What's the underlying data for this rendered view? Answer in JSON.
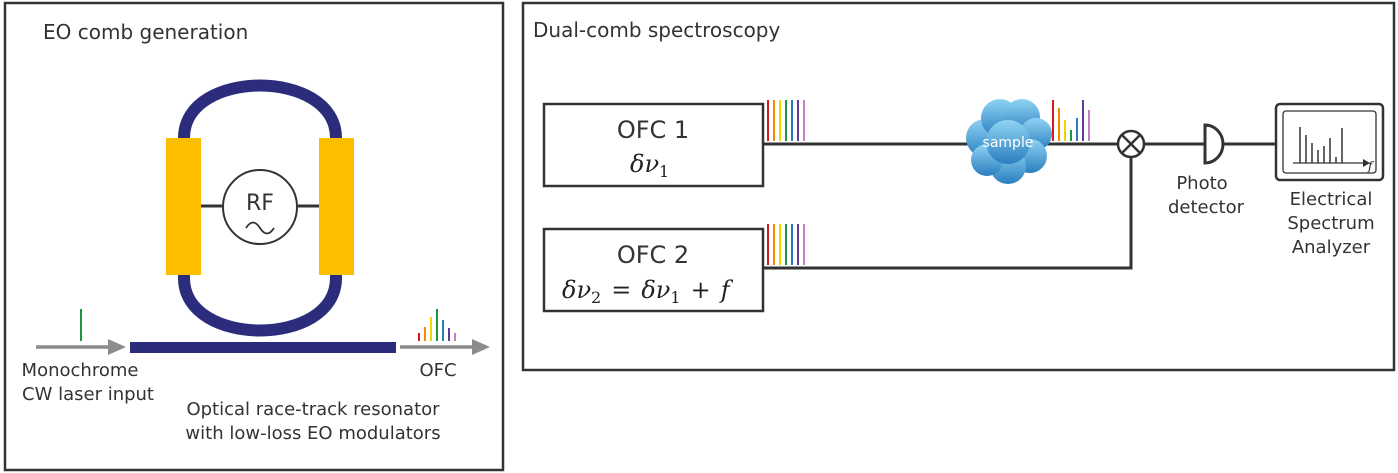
{
  "left_panel": {
    "title": "EO comb generation",
    "rf_label": "RF",
    "input_label_line1": "Monochrome",
    "input_label_line2": "CW laser input",
    "output_label": "OFC",
    "resonator_caption_line1": "Optical race-track resonator",
    "resonator_caption_line2": "with low-loss EO modulators"
  },
  "right_panel": {
    "title": "Dual-comb spectroscopy",
    "ofc1_label": "OFC 1",
    "ofc1_delta": "δ",
    "ofc1_nu": "ν",
    "ofc1_sub": "1",
    "ofc2_label": "OFC 2",
    "ofc2_delta_a": "δ",
    "ofc2_nu_a": "ν",
    "ofc2_sub_a": "2",
    "ofc2_equals": "=",
    "ofc2_delta_b": "δ",
    "ofc2_nu_b": "ν",
    "ofc2_sub_b": "1",
    "ofc2_plus": "+",
    "ofc2_f": "f",
    "sample_label": "sample",
    "detector_line1": "Photo",
    "detector_line2": "detector",
    "esa_line1": "Electrical",
    "esa_line2": "Spectrum",
    "esa_line3": "Analyzer",
    "esa_axis_label": "f"
  },
  "colors": {
    "frame": "#333333",
    "waveguide": "#2b2d7c",
    "modulator": "#fcbf00",
    "arrow": "#8c8c8c",
    "cw_line": "#1a9641",
    "cloud_top": "#7ec8ee",
    "cloud_bottom": "#2f86c2",
    "comb": [
      "#d7191c",
      "#f28b00",
      "#f2d600",
      "#1a9641",
      "#2c7bb6",
      "#5e3c99",
      "#c77cc7"
    ]
  }
}
